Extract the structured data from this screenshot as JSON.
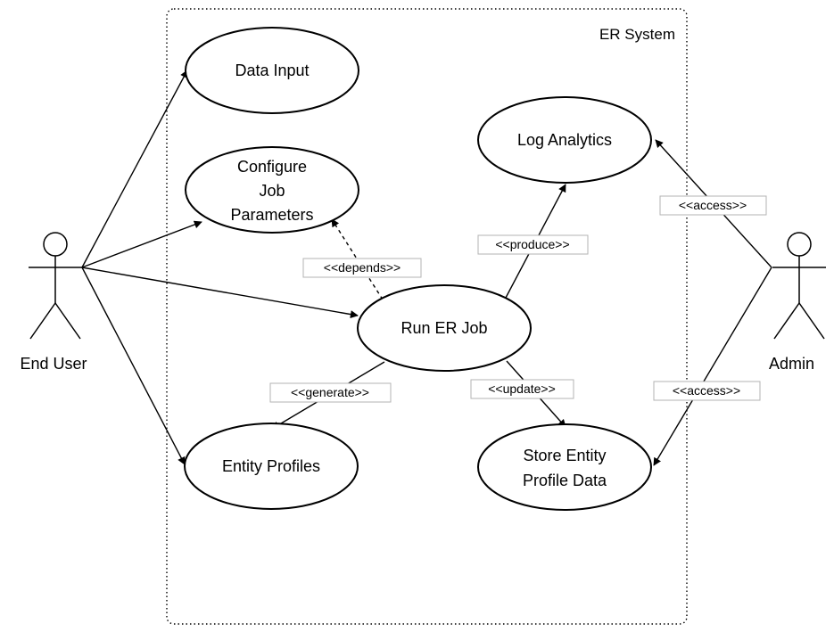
{
  "diagram": {
    "system_boundary_label": "ER System",
    "actors": {
      "end_user": "End User",
      "admin": "Admin"
    },
    "use_cases": {
      "data_input": [
        "Data Input"
      ],
      "configure_job_parameters": [
        "Configure",
        "Job",
        "Parameters"
      ],
      "run_er_job": [
        "Run ER Job"
      ],
      "entity_profiles": [
        "Entity Profiles"
      ],
      "log_analytics": [
        "Log Analytics"
      ],
      "store_entity_profile_data": [
        "Store Entity",
        "Profile Data"
      ]
    },
    "relationship_labels": {
      "depends": "<<depends>>",
      "produce": "<<produce>>",
      "generate": "<<generate>>",
      "update": "<<update>>",
      "access_log": "<<access>>",
      "access_store": "<<access>>"
    },
    "colors": {
      "line": "#000000",
      "label_border": "#b3b3b3",
      "background": "#ffffff"
    }
  }
}
